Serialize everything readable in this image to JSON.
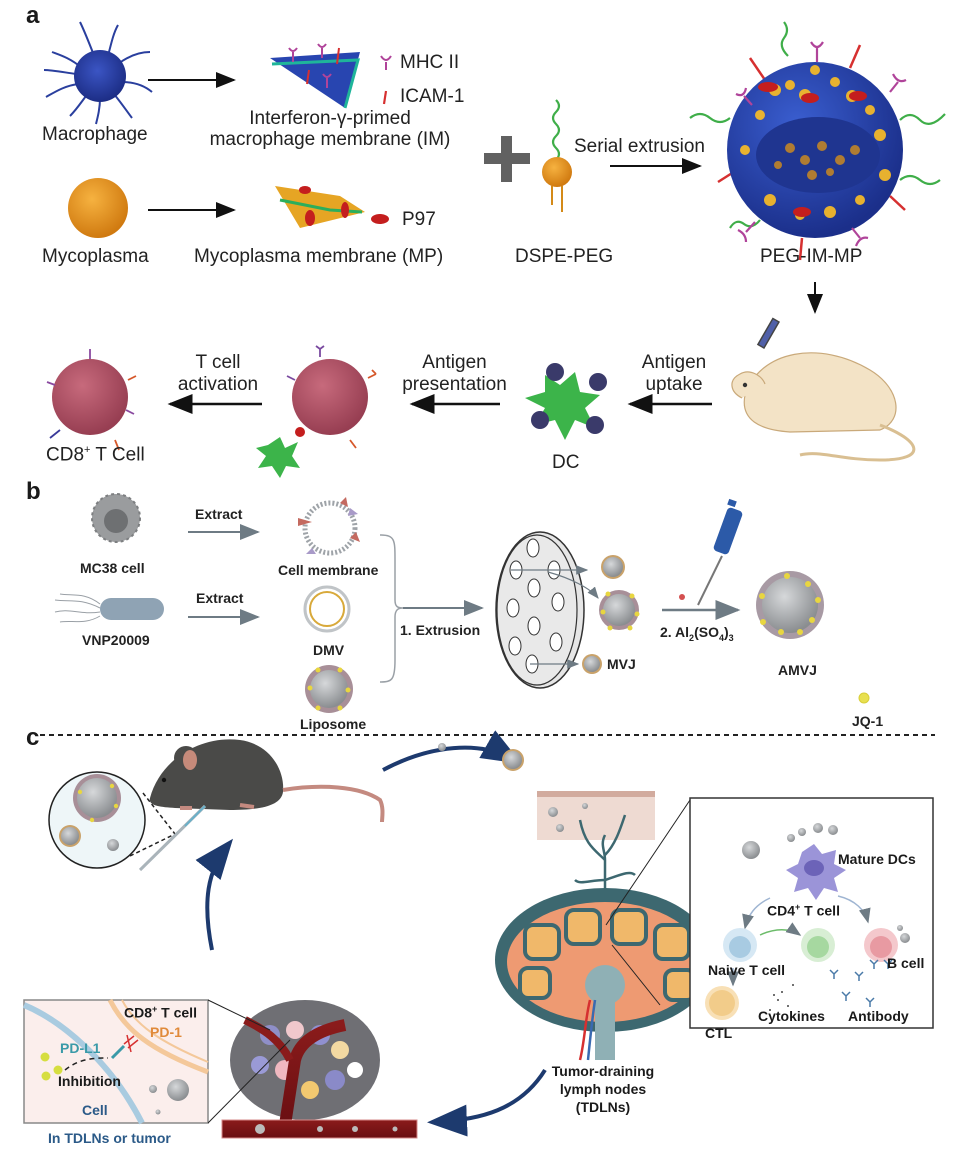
{
  "panels": {
    "a": {
      "letter": "a",
      "labels": {
        "macrophage": "Macrophage",
        "mycoplasma": "Mycoplasma",
        "im_line1": "Interferon-γ-primed",
        "im_line2": "macrophage membrane (IM)",
        "mp": "Mycoplasma membrane (MP)",
        "dspe_peg": "DSPE-PEG",
        "peg_im_mp": "PEG-IM-MP",
        "serial_extrusion": "Serial extrusion",
        "antigen_uptake_1": "Antigen",
        "antigen_uptake_2": "uptake",
        "antigen_presentation_1": "Antigen",
        "antigen_presentation_2": "presentation",
        "t_cell_activation_1": "T cell",
        "t_cell_activation_2": "activation",
        "dc": "DC",
        "cd8_cell": "CD8",
        "cd8_sup": "+",
        "cd8_suffix": " T Cell"
      },
      "legend": [
        {
          "icon": "mhc-ii-icon",
          "label": "MHC II",
          "color": "#b0449a"
        },
        {
          "icon": "icam-1-icon",
          "label": "ICAM-1",
          "color": "#d63030"
        },
        {
          "icon": "p97-icon",
          "label": "P97",
          "color": "#c41e1e"
        }
      ],
      "plus_sign": "+"
    },
    "b": {
      "letter": "b",
      "labels": {
        "mc38": "MC38 cell",
        "vnp": "VNP20009",
        "extract_1": "Extract",
        "extract_2": "Extract",
        "cell_membrane": "Cell membrane",
        "dmv": "DMV",
        "liposome": "Liposome",
        "step1": "1.  Extrusion",
        "mvj": "MVJ",
        "step2_prefix": "2. Al",
        "step2_sub1": "2",
        "step2_mid": "(SO",
        "step2_sub2": "4",
        "step2_close": ")",
        "step2_sub3": "3",
        "amvj": "AMVJ",
        "jq1": "JQ-1"
      }
    },
    "c": {
      "letter": "c",
      "labels": {
        "mature_dcs": "Mature DCs",
        "cd4": "CD4",
        "cd4_sup": "+",
        "cd4_suffix": " T cell",
        "naive_t": "Naive T cell",
        "b_cell": "B cell",
        "ctl": "CTL",
        "cytokines": "Cytokines",
        "antibody": "Antibody",
        "tdln_1": "Tumor-draining",
        "tdln_2": "lymph nodes",
        "tdln_3": "(TDLNs)",
        "cd8_t": "CD8",
        "cd8_t_sup": "+",
        "cd8_t_suffix": " T cell",
        "pd1": "PD-1",
        "pdl1": "PD-L1",
        "inhibition": "Inhibition",
        "cell": "Cell",
        "in_tdlns": "In TDLNs or tumor"
      }
    }
  },
  "colors": {
    "macrophage_blue": "#2a3f9e",
    "mycoplasma_orange": "#e8951a",
    "peg_green": "#4caf50",
    "mhc_magenta": "#b0449a",
    "icam_red": "#d63030",
    "dc_green": "#3cb44a",
    "tcell_rose": "#b85468",
    "mouse_beige": "#f3e3c6",
    "mouse_dark": "#4a4a48",
    "arrow_navy": "#1d3a6e",
    "pd1_orange": "#e08a3a",
    "pdl1_teal": "#3a9aa8",
    "cell_label_blue": "#2b5a88"
  }
}
